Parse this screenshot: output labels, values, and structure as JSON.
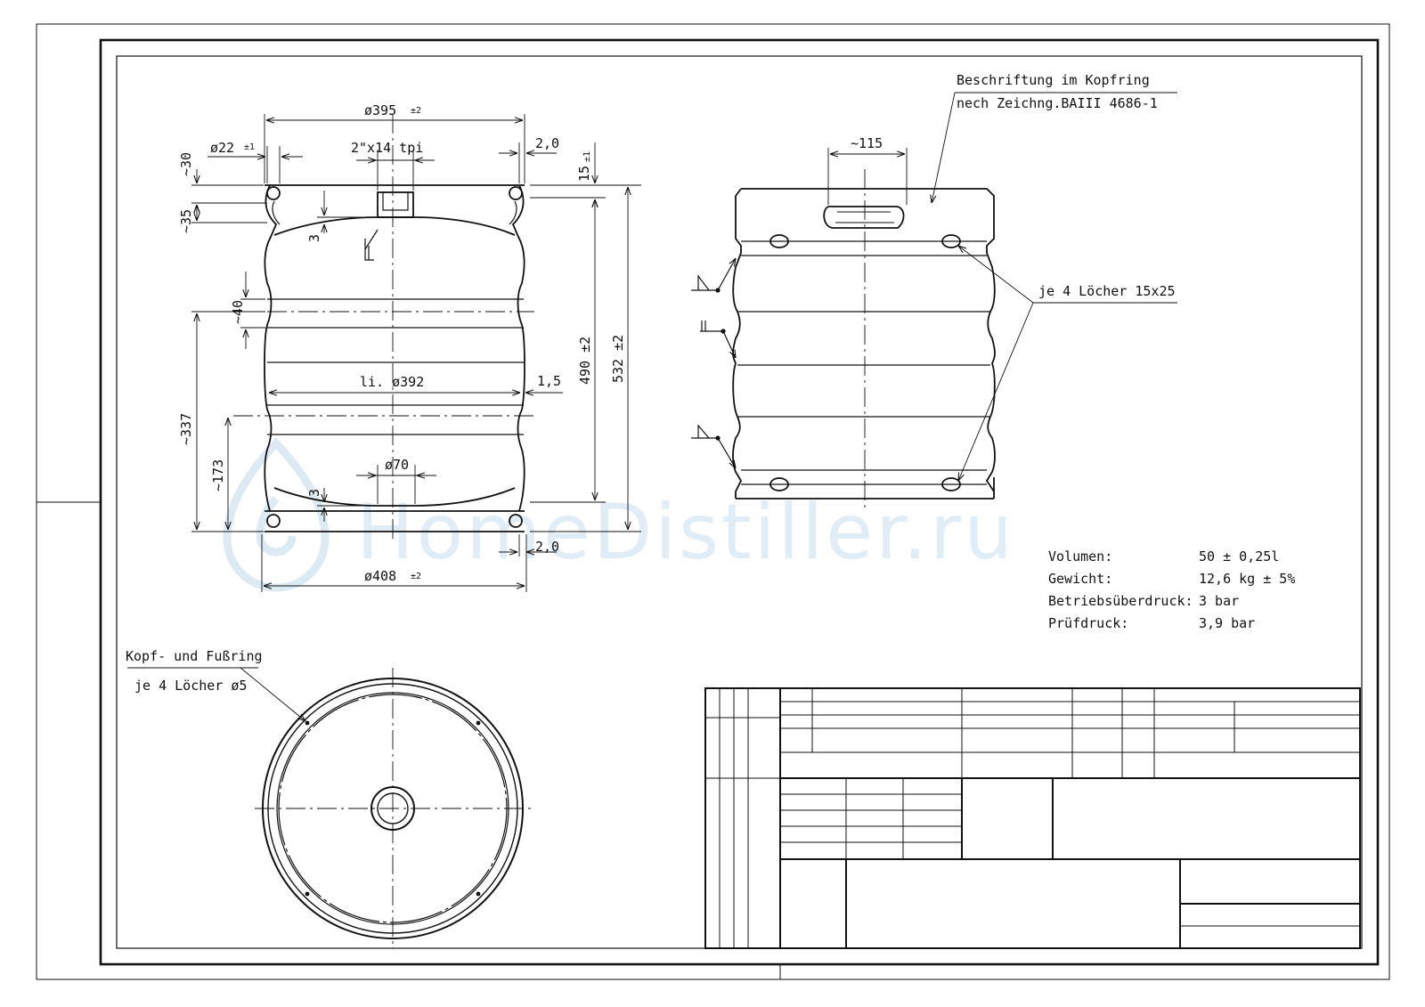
{
  "colors": {
    "ink": "#111111",
    "paper": "#ffffff",
    "watermark": "#a9cbe6"
  },
  "watermark": {
    "text": "HomeDistiller.ru",
    "icon": "droplet-logo-icon"
  },
  "side_view": {
    "dim_top_width": "ø395",
    "dim_top_width_tol": "±2",
    "dim_hole_dia": "ø22",
    "dim_hole_dia_tol": "±1",
    "dim_thread": "2\"x14 tpi",
    "dim_ring_offset": "2,0",
    "dim_top_ring": "15",
    "dim_top_ring_tol": "±1",
    "dim_hole_top": "~30",
    "dim_hole_side": "~35",
    "dim_dome": "3",
    "dim_rib": "~40",
    "dim_lower_total": "~337",
    "dim_lower_rib": "~173",
    "dim_inner_dia": "li. ø392",
    "dim_wall": "1,5",
    "dim_body_height": "490 ±2",
    "dim_total_height": "532 ±2",
    "dim_drain": "ø70",
    "dim_bottom_dome": "3",
    "dim_bottom_ring_offset": "2,0",
    "dim_bottom_width": "ø408",
    "dim_bottom_width_tol": "±2"
  },
  "front_view": {
    "dim_handle": "~115",
    "note_label_line1": "Beschriftung im Kopfring",
    "note_label_line2": "nech Zeichng.BAIII 4686-1",
    "note_holes": "je 4 Löcher 15x25"
  },
  "top_view": {
    "note_line1": "Kopf- und Fußring",
    "note_line2": "je 4 Löcher ø5"
  },
  "specs": [
    {
      "label": "Volumen:",
      "value": "50 ± 0,25l"
    },
    {
      "label": "Gewicht:",
      "value": "12,6 kg ± 5%"
    },
    {
      "label": "Betriebsüberdruck:",
      "value": "3 bar"
    },
    {
      "label": "Prüfdruck:",
      "value": "3,9 bar"
    }
  ]
}
